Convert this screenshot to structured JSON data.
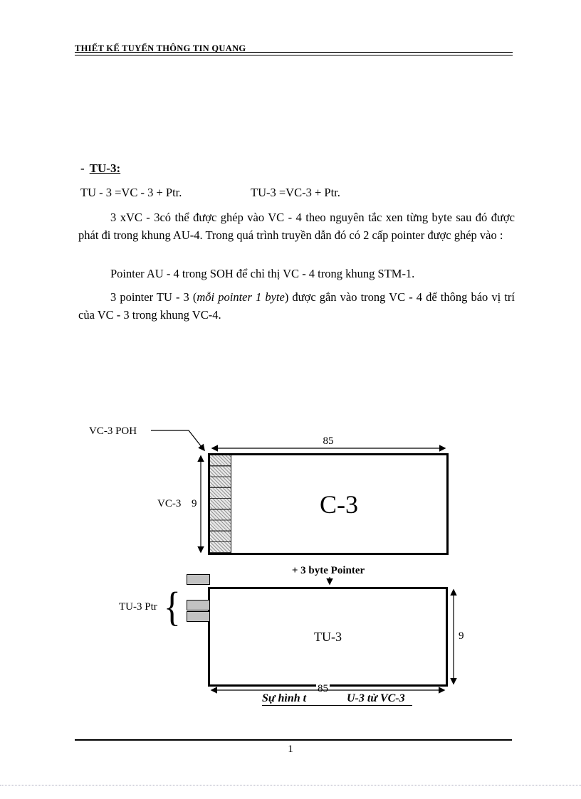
{
  "header": {
    "title": "THIẾT KẾ TUYẾN THÔNG TIN QUANG"
  },
  "body": {
    "heading_dash": "-",
    "heading_text": "TU-3:",
    "formula_left": "TU - 3 =VC - 3 + Ptr.",
    "formula_right": "TU-3 =VC-3 + Ptr.",
    "para1": "3 xVC - 3có thể được ghép vào VC - 4 theo nguyên tắc xen từng byte sau đó được phát đi trong khung AU-4. Trong quá trình truyền dẫn đó có 2 cấp pointer được ghép vào :",
    "para2": "Pointer AU - 4 trong SOH để chỉ thị VC - 4 trong khung STM-1.",
    "para3_before": "3 pointer TU - 3 (",
    "para3_italic": "mỗi pointer 1 byte",
    "para3_after": ") được gắn vào trong VC - 4 để thông báo vị trí của VC - 3 trong khung VC-4."
  },
  "diagram": {
    "poh_label": "VC-3 POH",
    "top_width": "85",
    "c3_label": "C-3",
    "left_label": "VC-3",
    "left_height": "9",
    "pointer_note": "+ 3 byte Pointer",
    "tu3_ptr_label": "TU-3 Ptr",
    "brace_glyph": "{",
    "tu3_label": "TU-3",
    "right_height": "9",
    "bottom_width": "85",
    "caption_left": "Sự hình t",
    "caption_right": "U-3 từ VC-3"
  },
  "footer": {
    "page_number": "1"
  }
}
